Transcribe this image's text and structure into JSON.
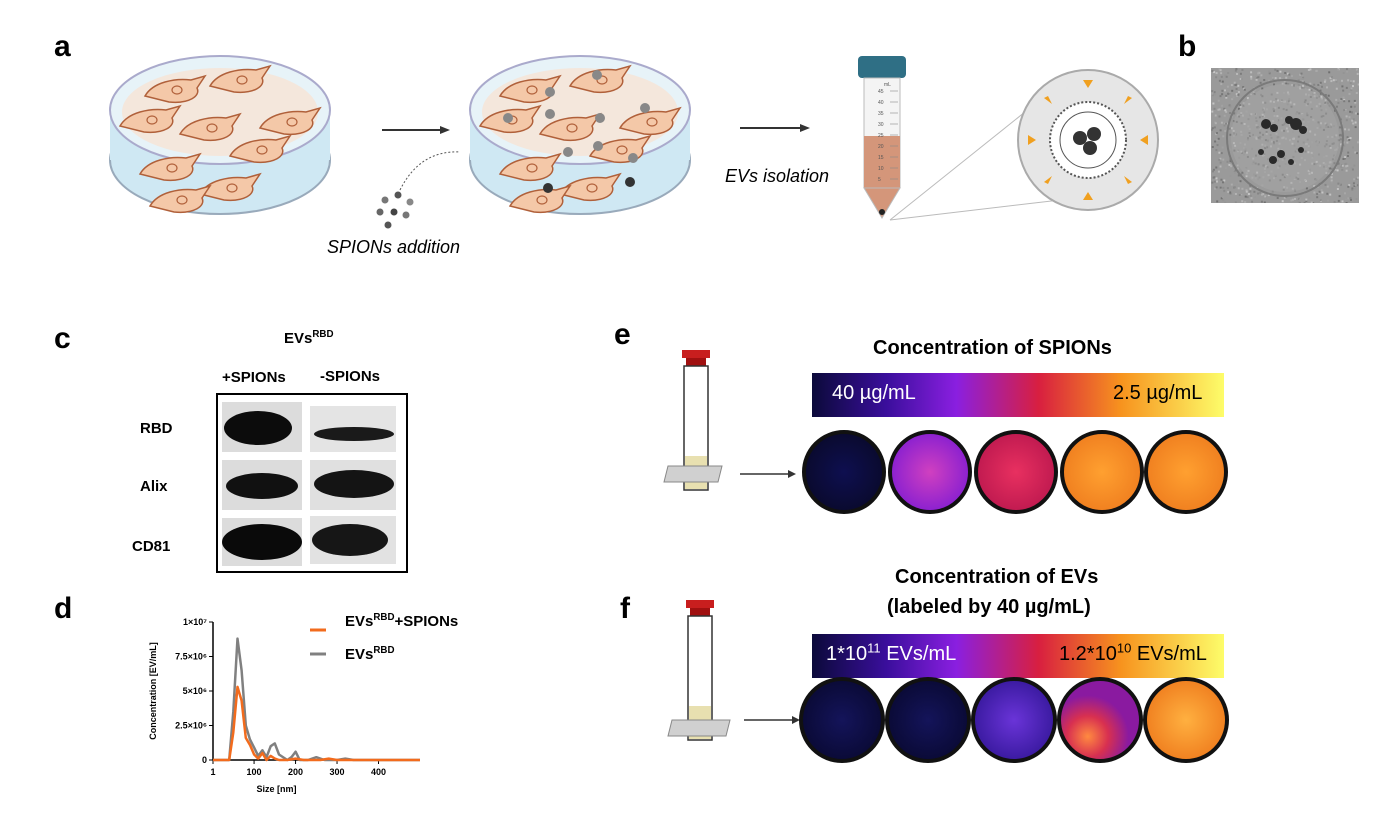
{
  "panels": {
    "a": "a",
    "b": "b",
    "c": "c",
    "d": "d",
    "e": "e",
    "f": "f"
  },
  "panel_a": {
    "spions_addition": "SPIONs addition",
    "evs_isolation": "EVs isolation",
    "tube_unit": "mL",
    "tube_ticks": [
      "45",
      "40",
      "35",
      "30",
      "25",
      "20",
      "15",
      "10",
      "5"
    ]
  },
  "panel_c": {
    "title_main": "EVs",
    "title_sup": "RBD",
    "col1": "+SPIONs",
    "col2": "-SPIONs",
    "rows": [
      "RBD",
      "Alix",
      "CD81"
    ]
  },
  "panel_e": {
    "title": "Concentration of SPIONs",
    "left_label": "40 µg/mL",
    "right_label": "2.5 µg/mL"
  },
  "panel_f": {
    "title_line1": "Concentration of EVs",
    "title_line2": "(labeled by 40 µg/mL)",
    "left_main": "1*10",
    "left_sup": "11",
    "left_unit": " EVs/mL",
    "right_main": "1.2*10",
    "right_sup": "10",
    "right_unit": " EVs/mL"
  },
  "colors": {
    "inferno_dark": "#0b0a3a",
    "inferno_purple": "#8a1fe0",
    "inferno_red": "#d81f40",
    "inferno_orange": "#f7931e",
    "inferno_yellow": "#fdfd6a",
    "series_plus": "#f26b1d",
    "series_minus": "#808080",
    "cell_fill": "#f4c8a8",
    "dish_fill": "#cfe8f3"
  },
  "chart_data": {
    "type": "line",
    "title": "",
    "xlabel": "Size [nm]",
    "ylabel": "Concentration [EV/mL]",
    "xlim": [
      1,
      500
    ],
    "ylim": [
      0,
      10000000
    ],
    "x_ticks": [
      "1",
      "100",
      "200",
      "300",
      "400"
    ],
    "x_tick_values": [
      1,
      100,
      200,
      300,
      400
    ],
    "y_ticks": [
      "0",
      "2.5×10⁶",
      "5×10⁶",
      "7.5×10⁶",
      "1×10⁷"
    ],
    "y_tick_values": [
      0,
      2500000,
      5000000,
      7500000,
      10000000
    ],
    "series": [
      {
        "name_main": "EVs",
        "name_sup": "RBD",
        "name_suffix": "+SPIONs",
        "color": "#f26b1d",
        "x": [
          1,
          40,
          50,
          60,
          70,
          80,
          90,
          100,
          110,
          120,
          130,
          140,
          150,
          160,
          180,
          200,
          220,
          240,
          260,
          280,
          300,
          320,
          340,
          360,
          500
        ],
        "y": [
          0,
          0,
          2000000,
          5300000,
          4300000,
          1600000,
          1100000,
          400000,
          100000,
          500000,
          0,
          300000,
          100000,
          0,
          0,
          100000,
          0,
          0,
          0,
          100000,
          0,
          0,
          0,
          0,
          0
        ]
      },
      {
        "name_main": "EVs",
        "name_sup": "RBD",
        "name_suffix": "",
        "color": "#808080",
        "x": [
          1,
          40,
          50,
          60,
          70,
          80,
          90,
          100,
          110,
          120,
          130,
          140,
          150,
          160,
          180,
          190,
          200,
          210,
          230,
          250,
          270,
          300,
          320,
          340,
          500
        ],
        "y": [
          0,
          0,
          3500000,
          8800000,
          6500000,
          2500000,
          1500000,
          900000,
          300000,
          700000,
          200000,
          1000000,
          1200000,
          400000,
          0,
          200000,
          600000,
          0,
          0,
          200000,
          0,
          0,
          100000,
          0,
          0
        ]
      }
    ]
  }
}
